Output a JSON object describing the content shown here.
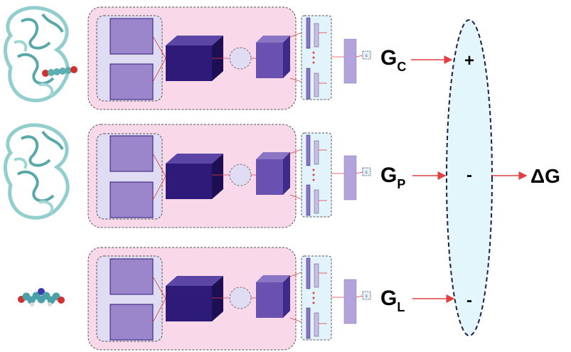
{
  "rows": [
    {
      "label": "G",
      "subscript": "C",
      "sign": "+",
      "structure": "complex"
    },
    {
      "label": "G",
      "subscript": "P",
      "sign": "-",
      "structure": "protein"
    },
    {
      "label": "G",
      "subscript": "L",
      "sign": "-",
      "structure": "ligand"
    }
  ],
  "output": {
    "label": "ΔG"
  },
  "colors": {
    "module_fill": "#f9d8ea",
    "module_border": "#555555",
    "inner_fill": "#e0dcf3",
    "square_fill": "#9b85cb",
    "cube_front": "#2e1a78",
    "cube_top": "#5b46a6",
    "cube_side": "#1e0f55",
    "cube2_front": "#6a50b0",
    "fc_box_fill": "#e3f3fb",
    "ellipse_fill": "#e3f6fc",
    "ellipse_border": "#1a2050",
    "arrow": "#e04040",
    "protein": "#7fc6c4"
  }
}
